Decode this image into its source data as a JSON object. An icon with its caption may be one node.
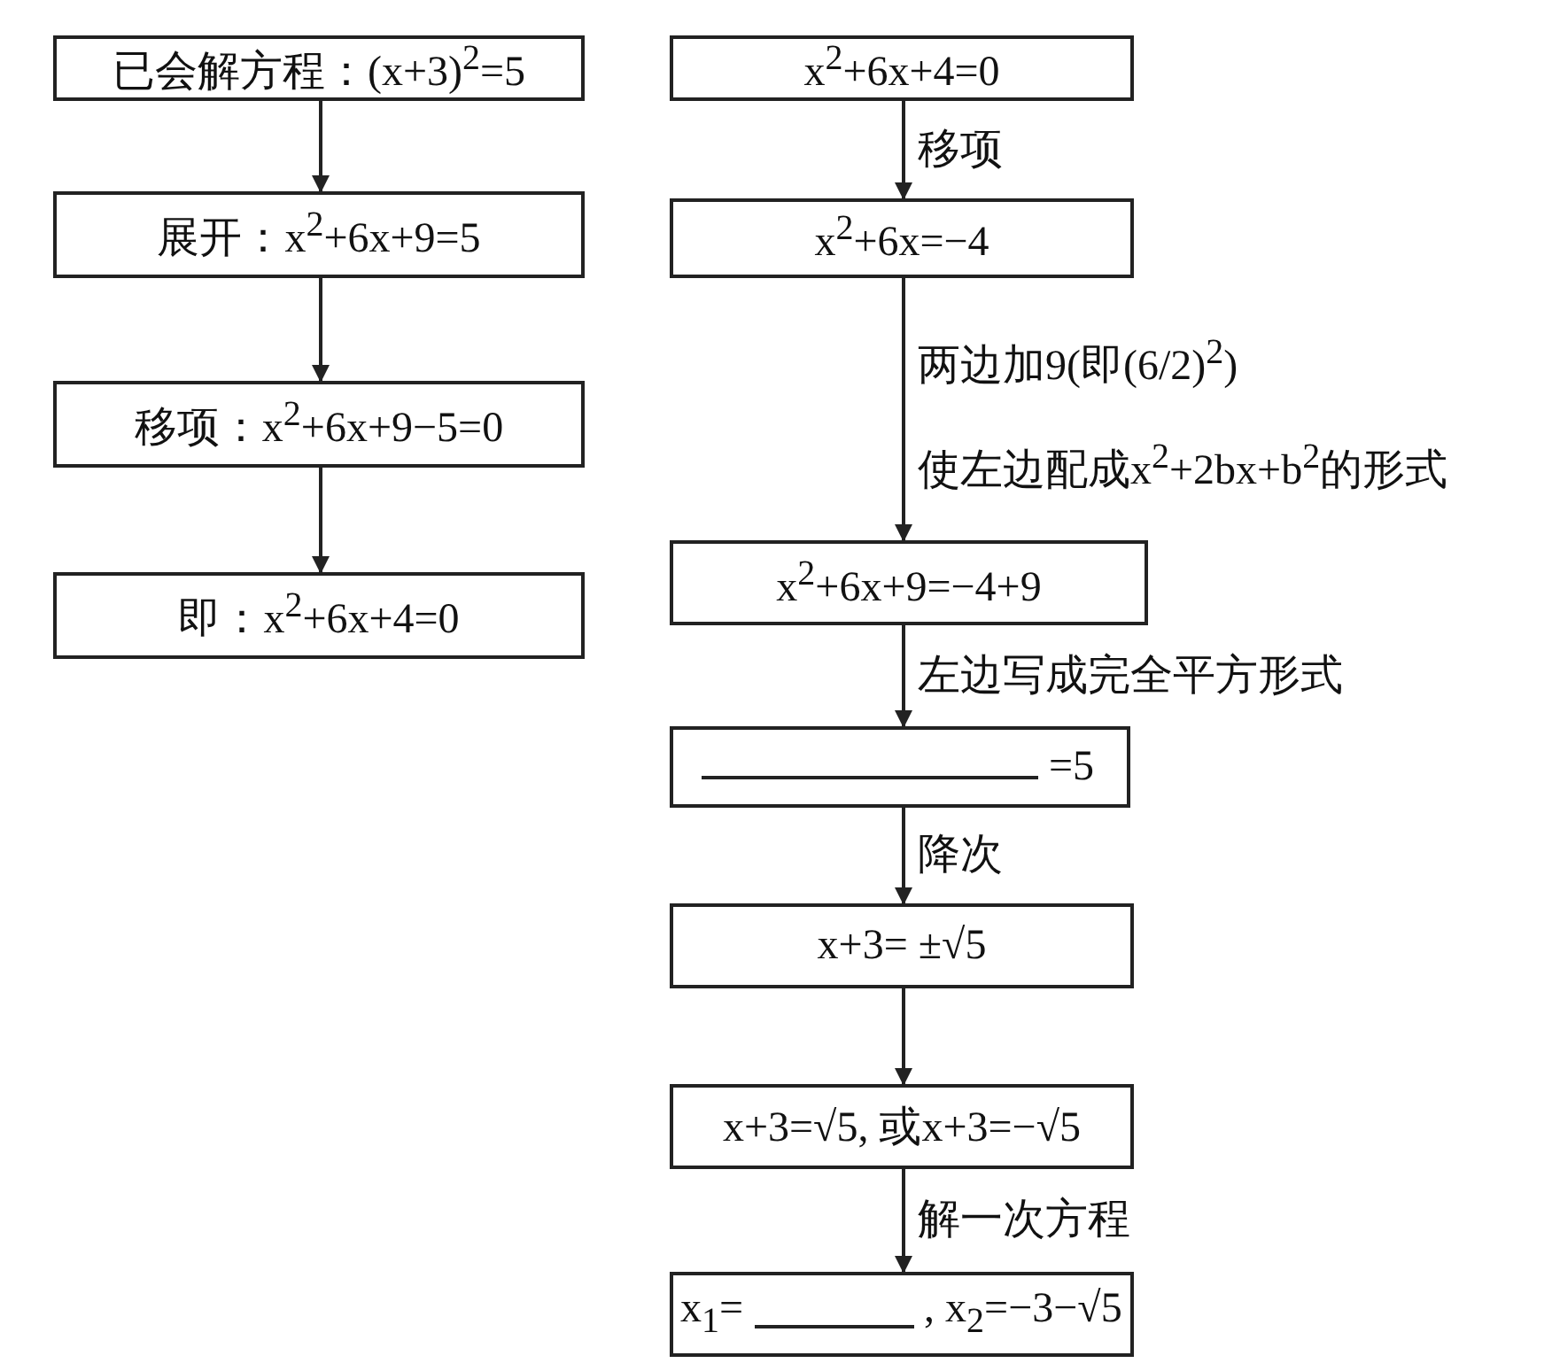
{
  "diagram": {
    "nodes": [
      {
        "text": [
          "已会解方程：(x+3)$^{2}$=5"
        ]
      },
      {
        "text": [
          "展开：x$^{2}$+6x+9=5"
        ]
      },
      {
        "text": [
          "移项：x$^{2}$+6x+9−5=0"
        ]
      },
      {
        "text": [
          "即：x$^{2}$+6x+4=0"
        ]
      },
      {
        "text": [
          "x$^{2}$+6x+4=0"
        ]
      },
      {
        "text": [
          "x$^{2}$+6x=−4"
        ]
      },
      {
        "text": [
          "x$^{2}$+6x+9=−4+9"
        ]
      },
      {
        "text": [
          "=5"
        ]
      },
      {
        "text": [
          "x+3= ±√5"
        ]
      },
      {
        "text": [
          "x+3=√5, 或x+3=−√5"
        ]
      },
      {
        "text": [
          "x$_{1}$=",
          ", x$_{2}$=−3−√5"
        ]
      }
    ],
    "edges": [
      {
        "from": 0,
        "to": 1,
        "arrow": "to"
      },
      {
        "from": 1,
        "to": 2,
        "arrow": "to"
      },
      {
        "from": 2,
        "to": 3,
        "arrow": "to"
      },
      {
        "from": 4,
        "to": 5,
        "arrow": "to",
        "label": "移项"
      },
      {
        "from": 5,
        "to": 6,
        "arrow": "to",
        "label": "两边加9(即(6/2)$^{2}$) 使左边配成x$^{2}$+2bx+b$^{2}$的形式"
      },
      {
        "from": 6,
        "to": 7,
        "arrow": "to",
        "label": "左边写成完全平方形式"
      },
      {
        "from": 7,
        "to": 8,
        "arrow": "to",
        "label": "降次"
      },
      {
        "from": 8,
        "to": 9,
        "arrow": "to"
      },
      {
        "from": 9,
        "to": 10,
        "arrow": "to",
        "label": "解一次方程"
      }
    ]
  }
}
